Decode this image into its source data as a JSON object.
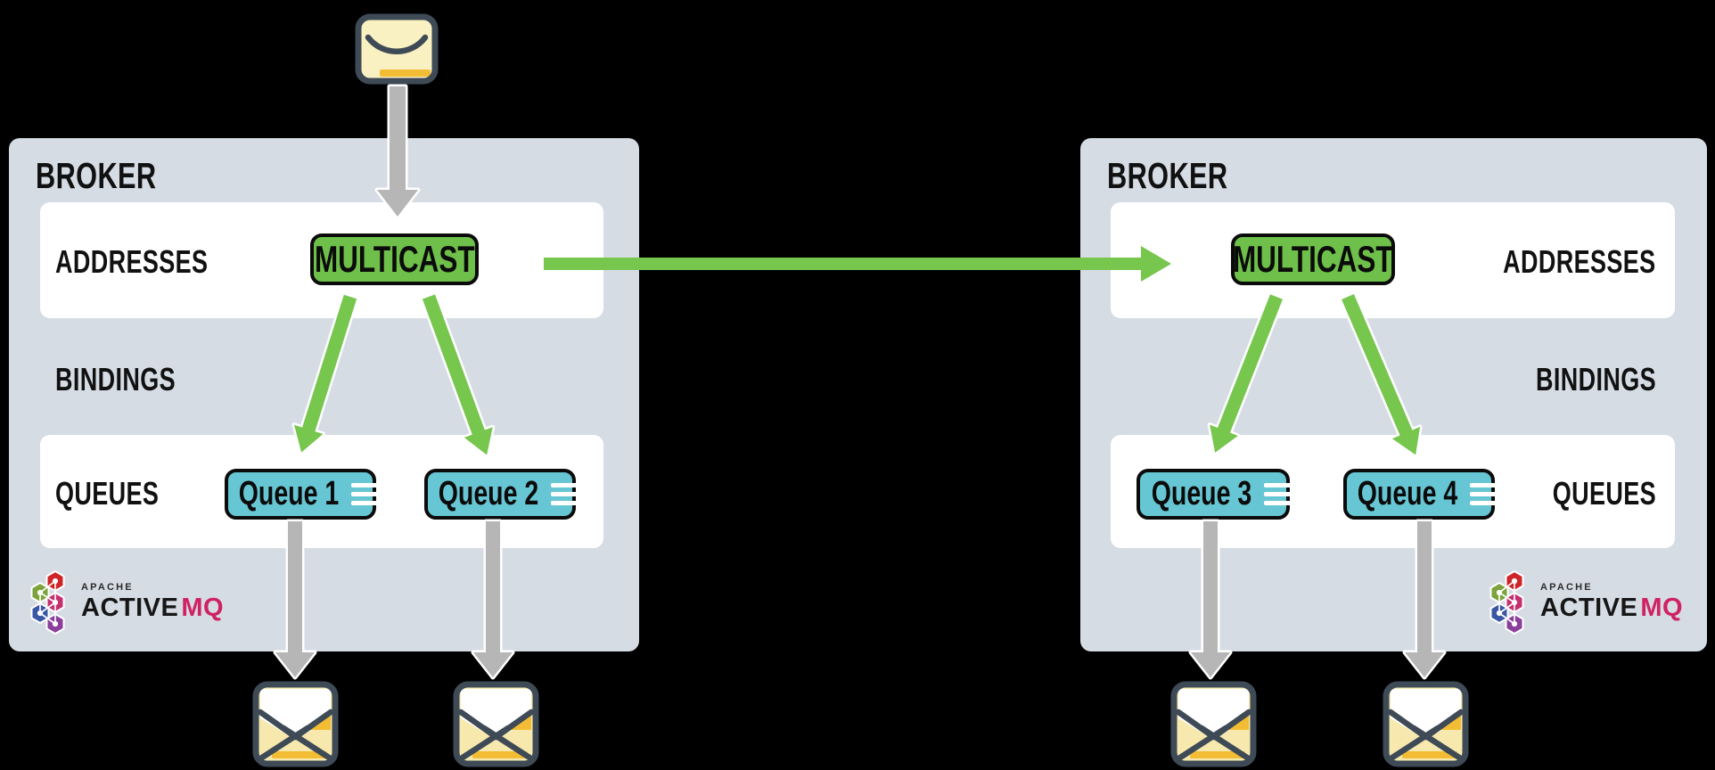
{
  "producer": {
    "icon": "closed-envelope-icon",
    "description": "message entering broker 1"
  },
  "consumers": {
    "icon": "open-envelope-icon",
    "count": 4
  },
  "brokers": [
    {
      "title": "BROKER",
      "addresses_label": "ADDRESSES",
      "bindings_label": "BINDINGS",
      "queues_label": "QUEUES",
      "address_node": "MULTICAST",
      "queues": [
        {
          "label": "Queue 1"
        },
        {
          "label": "Queue 2"
        }
      ],
      "logo": {
        "apache": "APACHE",
        "active": "ACTIVE",
        "mq": "MQ"
      }
    },
    {
      "title": "BROKER",
      "addresses_label": "ADDRESSES",
      "bindings_label": "BINDINGS",
      "queues_label": "QUEUES",
      "address_node": "MULTICAST",
      "queues": [
        {
          "label": "Queue 3"
        },
        {
          "label": "Queue 4"
        }
      ],
      "logo": {
        "apache": "APACHE",
        "active": "ACTIVE",
        "mq": "MQ"
      }
    }
  ],
  "arrows": [
    {
      "from": "producer-envelope",
      "to": "broker1-multicast",
      "color": "gray"
    },
    {
      "from": "broker1-multicast",
      "to": "queue-1",
      "color": "green"
    },
    {
      "from": "broker1-multicast",
      "to": "queue-2",
      "color": "green"
    },
    {
      "from": "broker1-multicast",
      "to": "broker2-multicast",
      "color": "green"
    },
    {
      "from": "broker2-multicast",
      "to": "queue-3",
      "color": "green"
    },
    {
      "from": "broker2-multicast",
      "to": "queue-4",
      "color": "green"
    },
    {
      "from": "queue-1",
      "to": "consumer-envelope-1",
      "color": "gray"
    },
    {
      "from": "queue-2",
      "to": "consumer-envelope-2",
      "color": "gray"
    },
    {
      "from": "queue-3",
      "to": "consumer-envelope-3",
      "color": "gray"
    },
    {
      "from": "queue-4",
      "to": "consumer-envelope-4",
      "color": "gray"
    }
  ],
  "colors": {
    "background": "#000000",
    "broker_bg": "#d6dce4",
    "row_bg": "#ffffff",
    "green": "#6fc04a",
    "arrow_green": "#77c64e",
    "teal": "#67c6d3",
    "arrow_gray": "#b6b6b6",
    "logo_pink": "#ce2264",
    "envelope_yellow": "#faf1c2",
    "envelope_accent": "#f2bd34",
    "envelope_dark": "#3e4a56"
  }
}
